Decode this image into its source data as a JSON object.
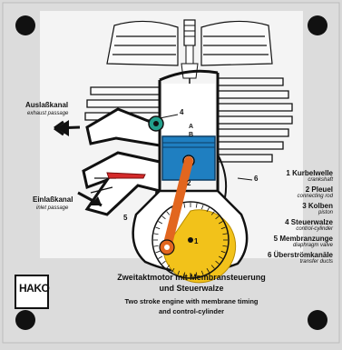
{
  "brand": {
    "name": "HAKO"
  },
  "exhaust": {
    "de": "Auslaßkanal",
    "en": "exhaust passage"
  },
  "inlet": {
    "de": "Einlaßkanal",
    "en": "inlet passage"
  },
  "callouts": {
    "n4": "4",
    "A": "A",
    "B": "B",
    "n6": "6",
    "n2": "2",
    "n5": "5",
    "n1": "1"
  },
  "legend": [
    {
      "de": "1 Kurbelwelle",
      "en": "crankshaft"
    },
    {
      "de": "2 Pleuel",
      "en": "connecting rod"
    },
    {
      "de": "3 Kolben",
      "en": "piston"
    },
    {
      "de": "4 Steuerwalze",
      "en": "control-cylinder"
    },
    {
      "de": "5 Membranzunge",
      "en": "diaphragm valve"
    },
    {
      "de": "6 Überströmkanäle",
      "en": "transfer ducts"
    }
  ],
  "title": {
    "de_line1": "Zweitaktmotor mit Membransteuerung",
    "de_line2": "und Steuerwalze",
    "en_line1": "Two stroke engine with membrane timing",
    "en_line2": "and control-cylinder"
  },
  "colors": {
    "panel": "#d9d9d9",
    "piston": "#1f7fc1",
    "crank_disc": "#f2c21a",
    "conrod": "#e2661f",
    "control_cylinder": "#23a08c",
    "membrane": "#d42a2a",
    "engine_line": "#111111"
  }
}
